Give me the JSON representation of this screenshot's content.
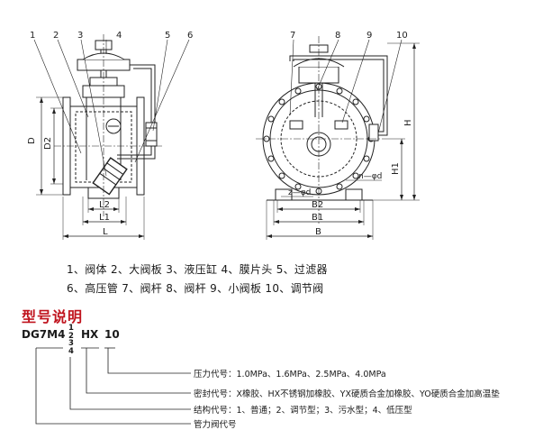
{
  "diagram": {
    "part_numbers_left": [
      "1",
      "2",
      "3",
      "4",
      "5",
      "6"
    ],
    "part_numbers_right": [
      "7",
      "8",
      "9",
      "10"
    ],
    "dims_left": {
      "D": "D",
      "D2": "D2",
      "L2": "L2",
      "L1": "L1",
      "L": "L"
    },
    "dims_right": {
      "H": "H",
      "H1": "H1",
      "B2": "B2",
      "B1": "B1",
      "B": "B",
      "n_phi_d": "n—φd",
      "z_phi_d": "z—φd"
    }
  },
  "legend": {
    "row1": "1、阀体 2、大阀板 3、液压缸 4、膜片头 5、过滤器",
    "row2": "6、高压管 7、阀杆 8、阀杆 9、小阀板 10、调节阀"
  },
  "model": {
    "section_title": "型号说明",
    "prefix": "DG7M4",
    "digits": [
      "1",
      "2",
      "3",
      "4"
    ],
    "seal": "HX",
    "pressure": "10"
  },
  "explanations": [
    "压力代号：1.0MPa、1.6MPa、2.5MPa、4.0MPa",
    "密封代号：X橡胶、HX不锈钢加橡胶、YX硬质合金加橡胶、YO硬质合金加高温垫",
    "结构代号：1、普通；2、调节型；3、污水型；4、低压型",
    "管力阀代号"
  ]
}
